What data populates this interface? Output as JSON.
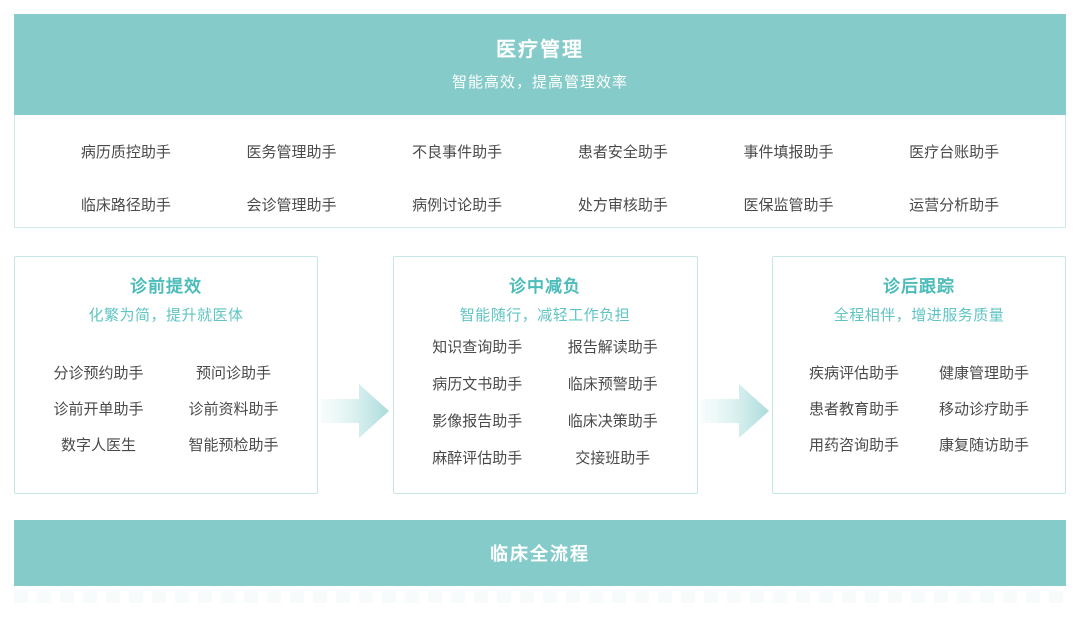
{
  "colors": {
    "banner_teal": "#85cbc9",
    "stage_title_teal": "#4cbcba",
    "stage_subtitle_teal": "#5fc4c3",
    "panel_border": "#cfeae8",
    "body_text": "#4a4a4a",
    "arrow_teal": "#a9dbda"
  },
  "banner": {
    "title": "医疗管理",
    "subtitle": "智能高效，提高管理效率"
  },
  "assistants": {
    "rows": [
      [
        "病历质控助手",
        "医务管理助手",
        "不良事件助手",
        "患者安全助手",
        "事件填报助手",
        "医疗台账助手"
      ],
      [
        "临床路径助手",
        "会诊管理助手",
        "病例讨论助手",
        "处方审核助手",
        "医保监管助手",
        "运营分析助手"
      ]
    ]
  },
  "stages": [
    {
      "title": "诊前提效",
      "subtitle": "化繁为简，提升就医体",
      "items": [
        "分诊预约助手",
        "预问诊助手",
        "诊前开单助手",
        "诊前资料助手",
        "数字人医生",
        "智能预检助手"
      ]
    },
    {
      "title": "诊中减负",
      "subtitle": "智能随行，减轻工作负担",
      "items": [
        "知识查询助手",
        "报告解读助手",
        "病历文书助手",
        "临床预警助手",
        "影像报告助手",
        "临床决策助手",
        "麻醉评估助手",
        "交接班助手"
      ]
    },
    {
      "title": "诊后跟踪",
      "subtitle": "全程相伴，增进服务质量",
      "items": [
        "疾病评估助手",
        "健康管理助手",
        "患者教育助手",
        "移动诊疗助手",
        "用药咨询助手",
        "康复随访助手"
      ]
    }
  ],
  "footer": {
    "label": "临床全流程"
  }
}
